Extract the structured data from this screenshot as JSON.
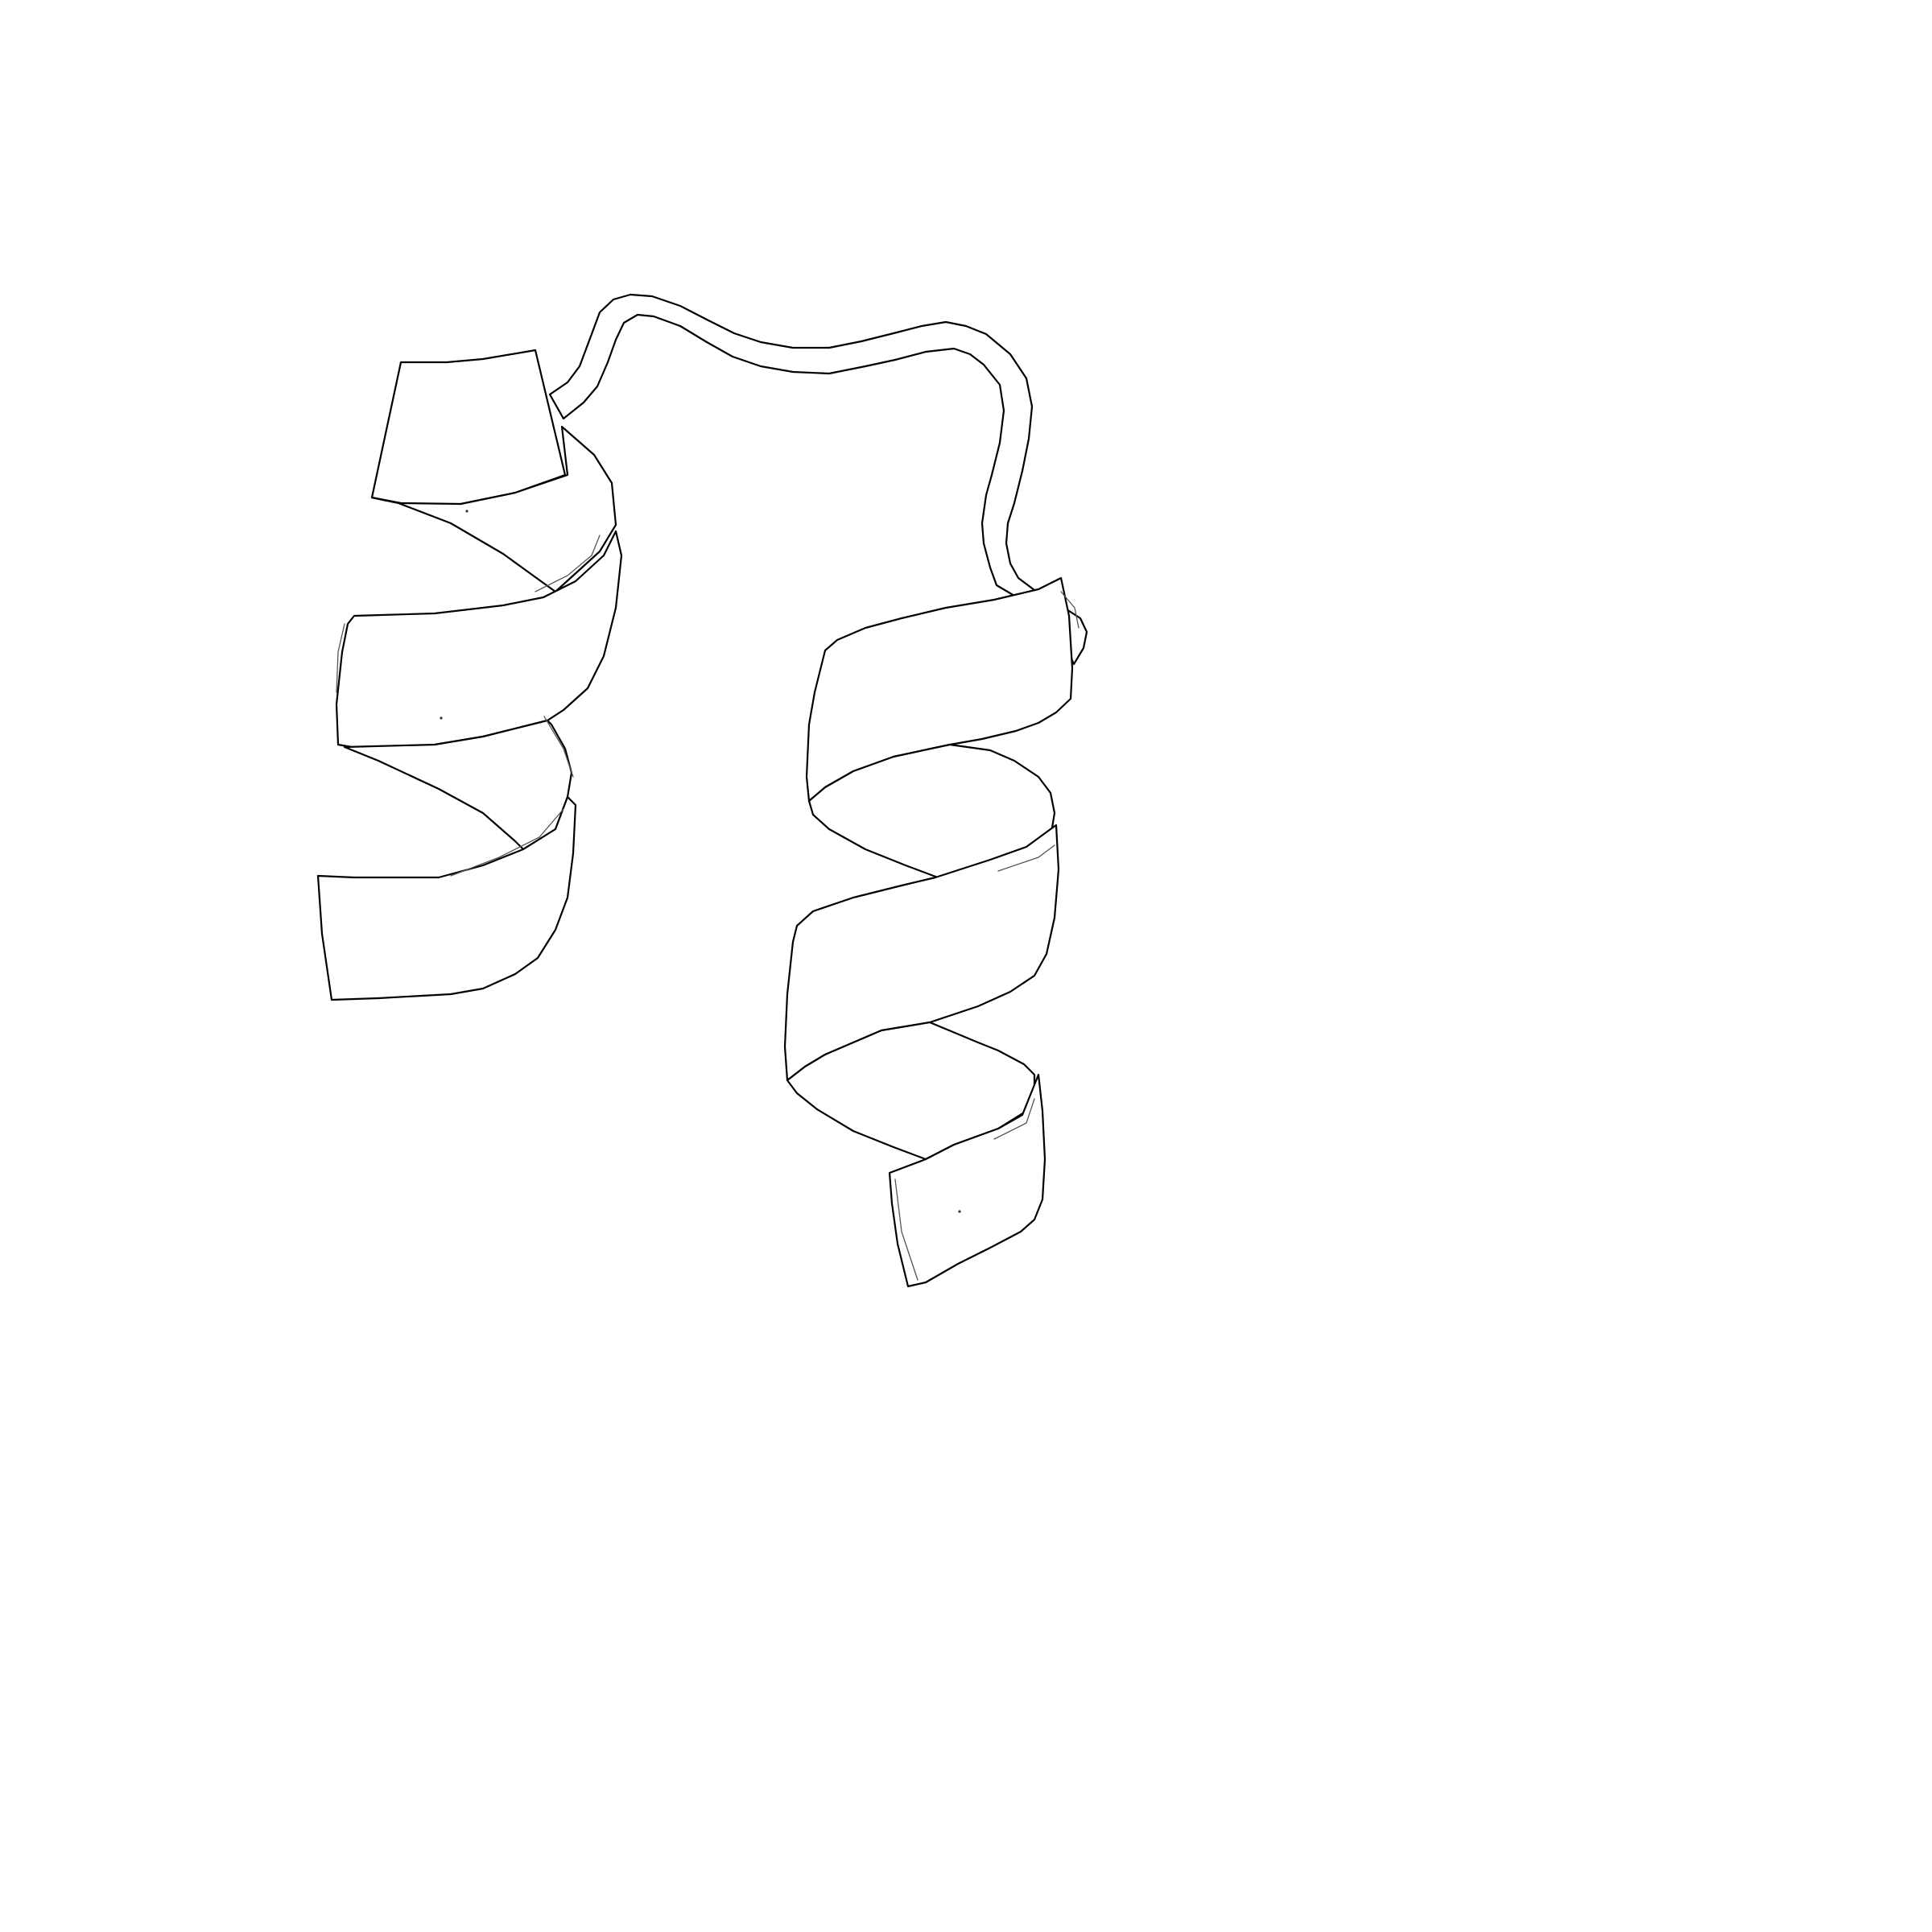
{
  "figure": {
    "kind": "protein-ribbon-diagram",
    "background_color": "#ffffff",
    "stroke_color": "#000000",
    "fill_color": "#ffffff",
    "structure": [
      "alpha-helix",
      "loop",
      "alpha-helix"
    ]
  }
}
